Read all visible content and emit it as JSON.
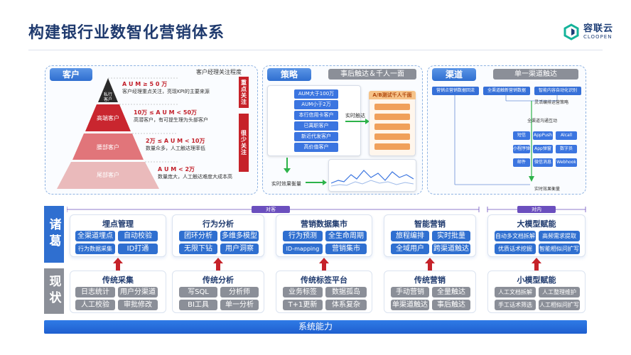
{
  "header": {
    "title": "构建银行业数智化营销体系",
    "brand_cn": "容联云",
    "brand_en": "CLOOPEN"
  },
  "customer": {
    "tag": "客户",
    "top_caption": "客户经理关注程度",
    "levels": [
      {
        "label": "私行\n客户",
        "heading": "A U M ≥ 5 0 万",
        "desc": "客户经理重点关注，亮现KPI的主要来源"
      },
      {
        "label": "高端客户",
        "heading": "10万 ≤ A U M < 50万",
        "desc": "高潜客户，有可提生理为头部客户"
      },
      {
        "label": "腰部客户",
        "heading": "2万 ≤ A U M < 10万",
        "desc": "数量众多，人工触达理率低"
      },
      {
        "label": "尾部客户",
        "heading": "A U M < 2万",
        "desc": "数量庞大，人工触达难度大成本高"
      }
    ],
    "side_top": "重点关注",
    "side_bottom": "很少关注"
  },
  "strategy": {
    "tag": "策略",
    "subtitle": "事后触达＆千人一面",
    "segments": [
      "AUM大于100万",
      "AUM小于2万",
      "本行信用卡客户",
      "已离职客户",
      "新近代发客户",
      "高价值客户"
    ],
    "realtime_label": "实时触达",
    "ab_title": "A/B测试千人千面",
    "feedback_label": "实时效果衡量"
  },
  "channel": {
    "tag": "渠道",
    "subtitle": "单一渠道触达",
    "heads": [
      "营销点营销数据回流",
      "全渠道触新营销数据",
      "智能内容自动化识别"
    ],
    "notes": [
      "灵活编排运营策略",
      "全渠道沟通互动",
      "实时效果衡量"
    ],
    "chips": [
      "短信",
      "AppPush",
      "Alcall",
      "小程序弹窗",
      "App弹窗",
      "数字员",
      "邮件",
      "微信消息",
      "Webhook"
    ]
  },
  "rows": {
    "top_label": "诸葛",
    "bottom_label": "现状",
    "top_bracket_left": "对客",
    "top_bracket_right": "对内",
    "system_bar": "系统能力"
  },
  "top_boxes": [
    {
      "title": "埋点管理",
      "chips": [
        "全渠道埋点",
        "自动校验",
        "行为数据采集",
        "ID打通"
      ]
    },
    {
      "title": "行为分析",
      "chips": [
        "团环分析",
        "多维多模型",
        "无限下钻",
        "用户洞察"
      ]
    },
    {
      "title": "营销数据集市",
      "chips": [
        "行为预测",
        "全生命周期",
        "ID-mapping",
        "营销集市"
      ]
    },
    {
      "title": "智能营销",
      "chips": [
        "旅程编排",
        "实时批量",
        "全域用户",
        "跨渠道触达"
      ]
    },
    {
      "title": "大模型赋能",
      "chips": [
        "自动多文档拆解",
        "高频需求提取",
        "优质话术挖掘",
        "智能相似问扩写"
      ]
    }
  ],
  "bottom_boxes": [
    {
      "title": "传统采集",
      "chips": [
        "日志统计",
        "用户分渠道",
        "人工校验",
        "审批修改"
      ]
    },
    {
      "title": "传统分析",
      "chips": [
        "写SQL",
        "分析师",
        "BI工具",
        "单一分析"
      ]
    },
    {
      "title": "传统标签平台",
      "chips": [
        "业务标签",
        "数据孤岛",
        "T+1更新",
        "体系复杂"
      ]
    },
    {
      "title": "传统营销",
      "chips": [
        "手动营销",
        "全量触达",
        "单渠道触达",
        "事后触达"
      ]
    },
    {
      "title": "小模型赋能",
      "chips": [
        "人工文档拆解",
        "人工整理维护",
        "手工话术筛选",
        "人工相似问扩写"
      ]
    }
  ],
  "colors": {
    "primary": "#2f6fd0",
    "grey_chip": "#8b8f98",
    "red": "#c62229",
    "title": "#1f3a6e"
  }
}
